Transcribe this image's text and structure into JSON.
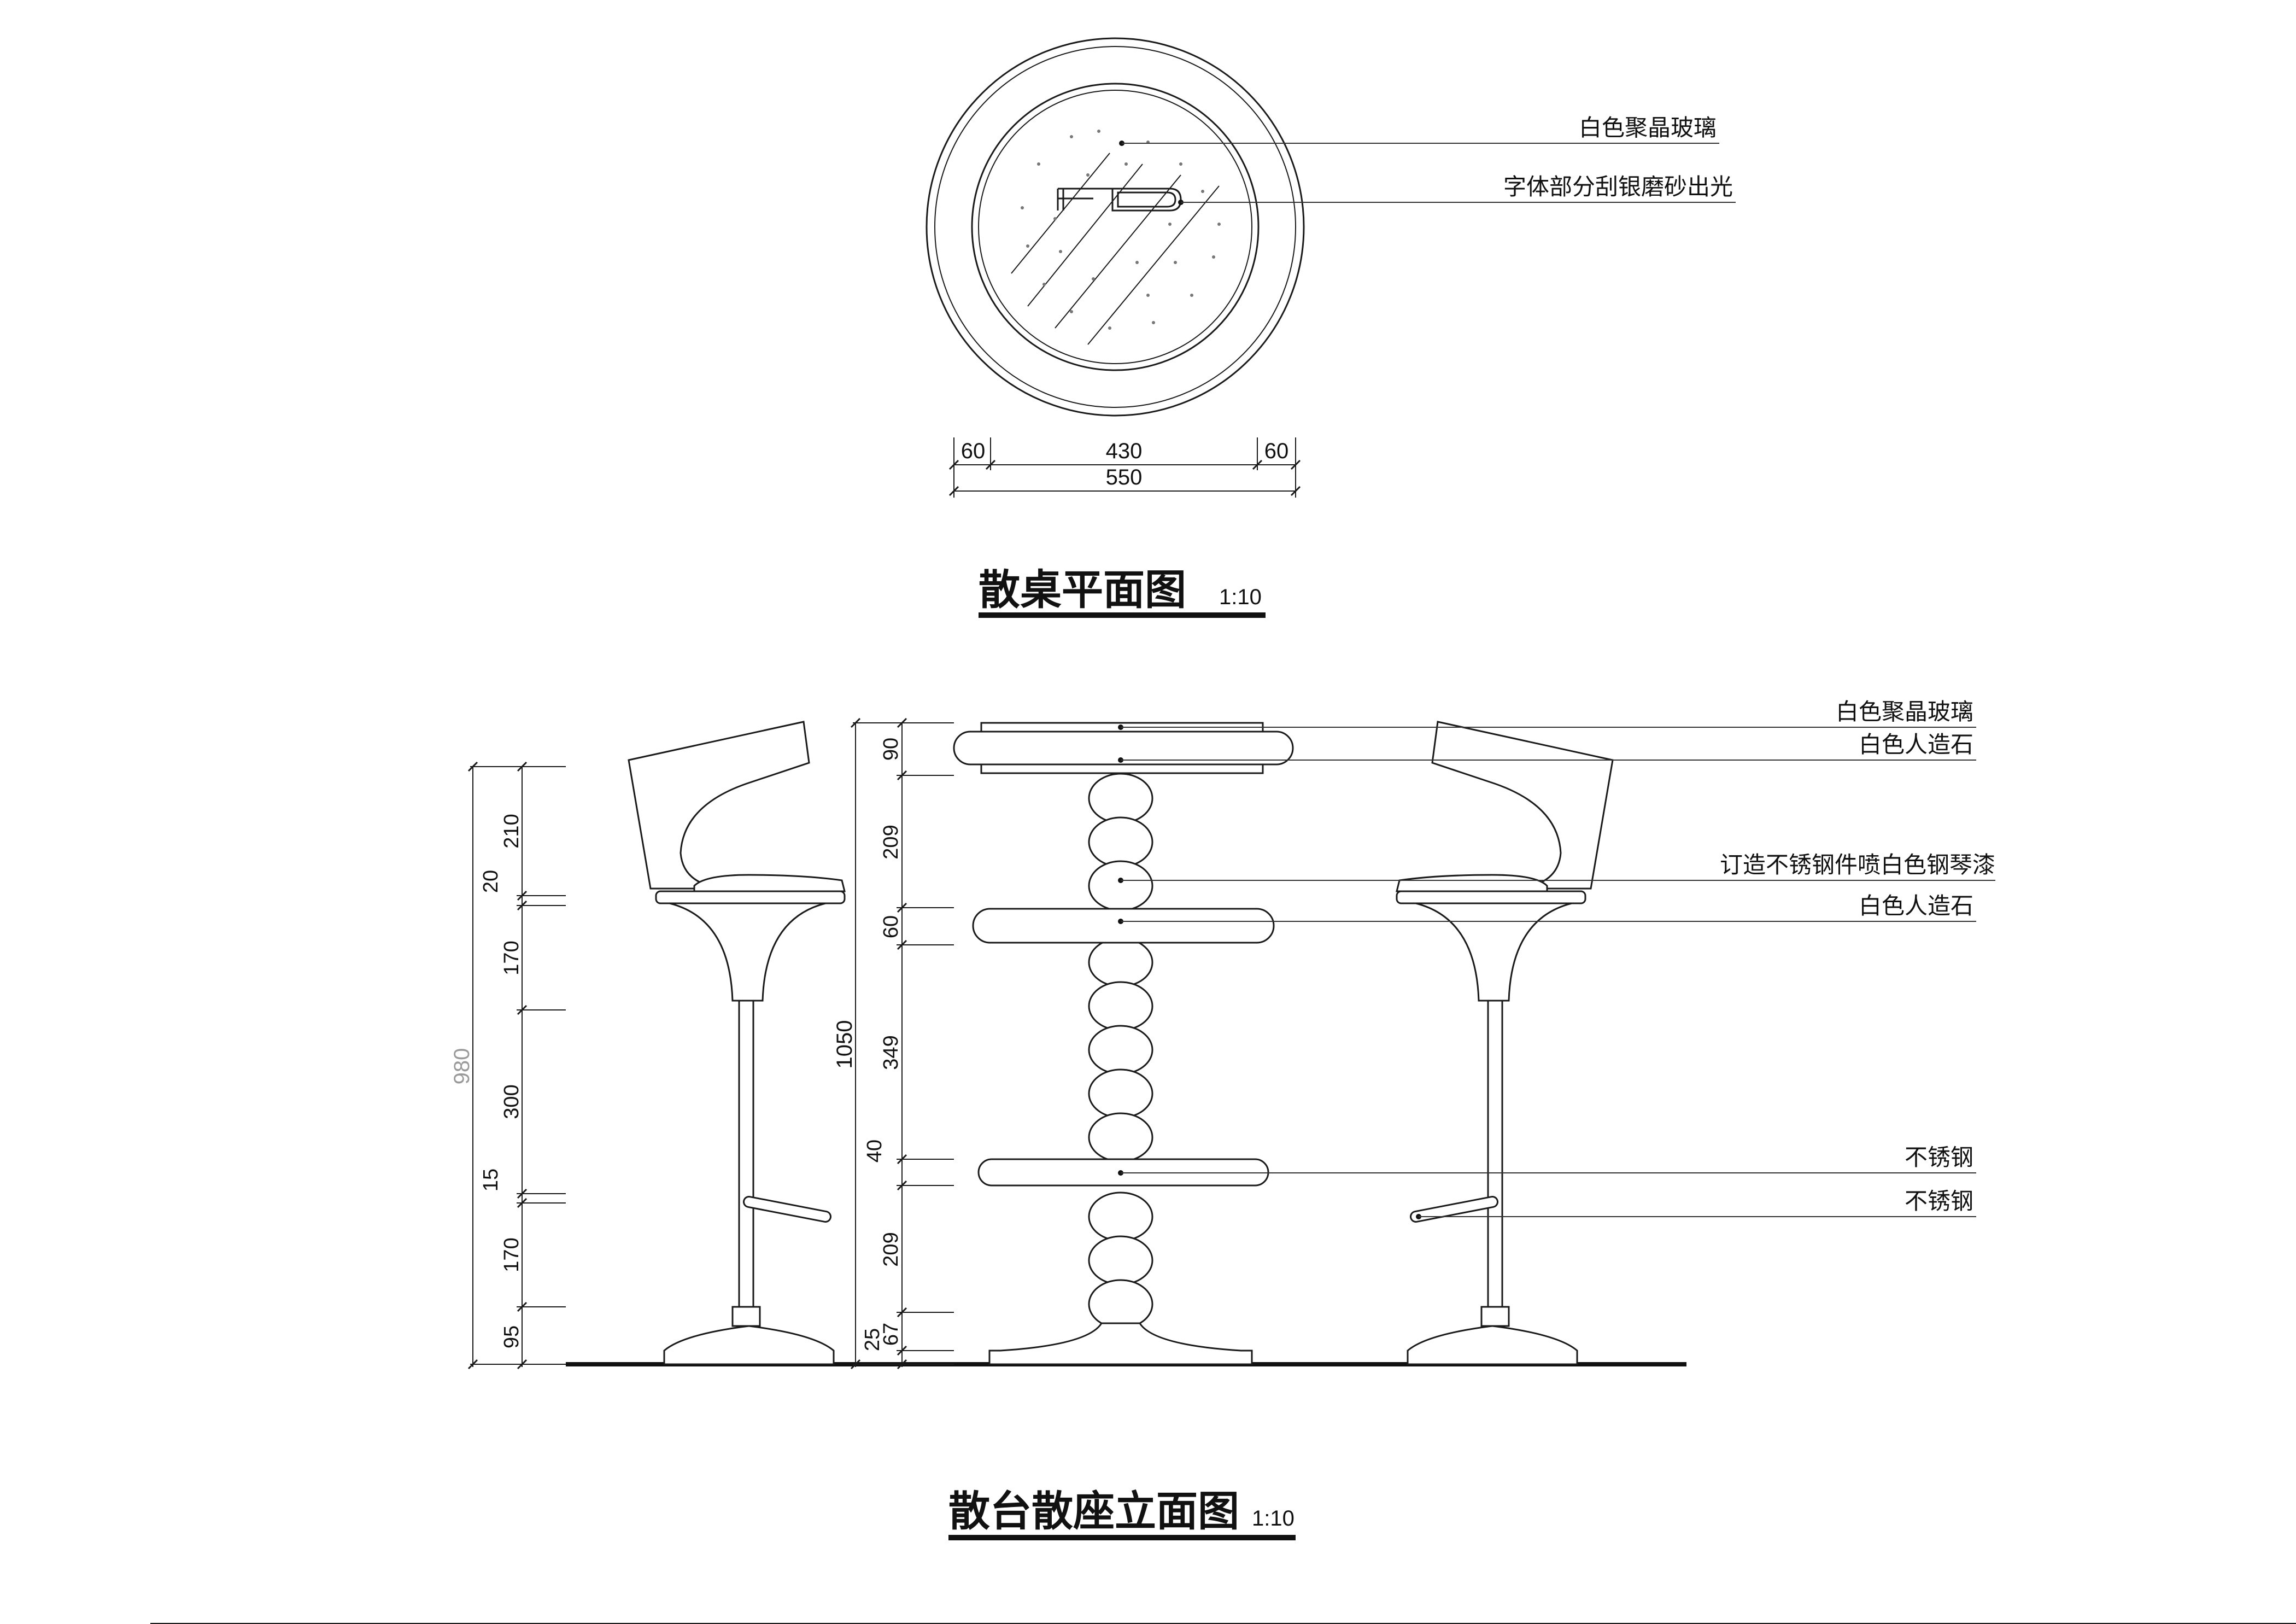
{
  "plan": {
    "title": "散桌平面图",
    "scale": "1:10",
    "labels": [
      "白色聚晶玻璃",
      "字体部分刮银磨砂出光"
    ],
    "dims": [
      "60",
      "430",
      "60",
      "550"
    ]
  },
  "elevation": {
    "title": "散台散座立面图",
    "scale": "1:10",
    "labels": [
      "白色聚晶玻璃",
      "白色人造石",
      "订造不锈钢件喷白色钢琴漆",
      "白色人造石",
      "不锈钢",
      "不锈钢"
    ],
    "chair_dims": [
      "210",
      "20",
      "170",
      "300",
      "15",
      "170",
      "95"
    ],
    "chair_total": "980",
    "table_dims": [
      "90",
      "209",
      "60",
      "349",
      "40",
      "209",
      "25",
      "67"
    ],
    "table_total": "1050"
  }
}
